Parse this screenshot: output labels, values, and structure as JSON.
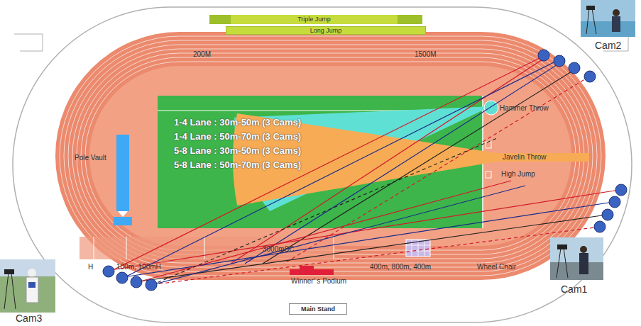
{
  "diagram": {
    "nodes": [
      {
        "text": [
          "Triple Jump"
        ]
      },
      {
        "text": [
          "Long Jump"
        ]
      },
      {
        "text": [
          "Main Stand"
        ]
      }
    ],
    "labels": [
      "200M",
      "1500M",
      "1-4 Lane : 30m-50m (3 Cams)",
      "1-4 Lane : 50m-70m (3 Cams)",
      "5-8 Lane : 30m-50m (3 Cams)",
      "5-8 Lane : 50m-70m (3 Cams)",
      "Pole Vault",
      "Hammer Throw",
      "Javelin Throw",
      "High Jump",
      "3000mSC",
      "100m, 100mH",
      "400m, 800m, 400m",
      "Wheel Chair",
      "Winner' s Podium",
      "Cam2",
      "Cam1",
      "Cam3",
      "H"
    ]
  }
}
